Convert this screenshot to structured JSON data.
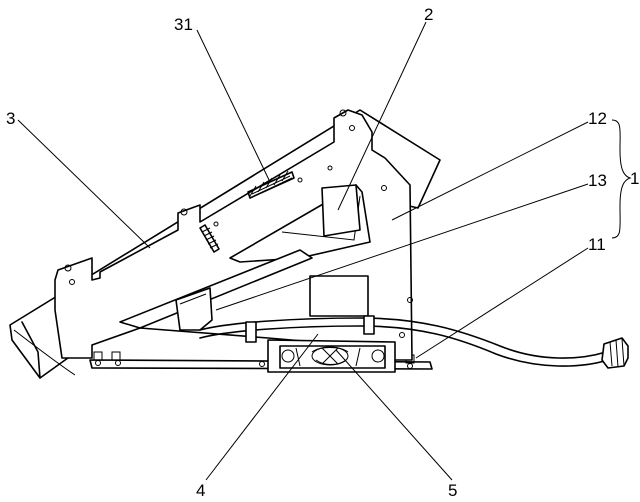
{
  "labels": {
    "l1": "1",
    "l2": "2",
    "l3": "3",
    "l4": "4",
    "l5": "5",
    "l11": "11",
    "l12": "12",
    "l13": "13",
    "l31": "31"
  },
  "colors": {
    "line": "#000000",
    "background": "#ffffff"
  }
}
